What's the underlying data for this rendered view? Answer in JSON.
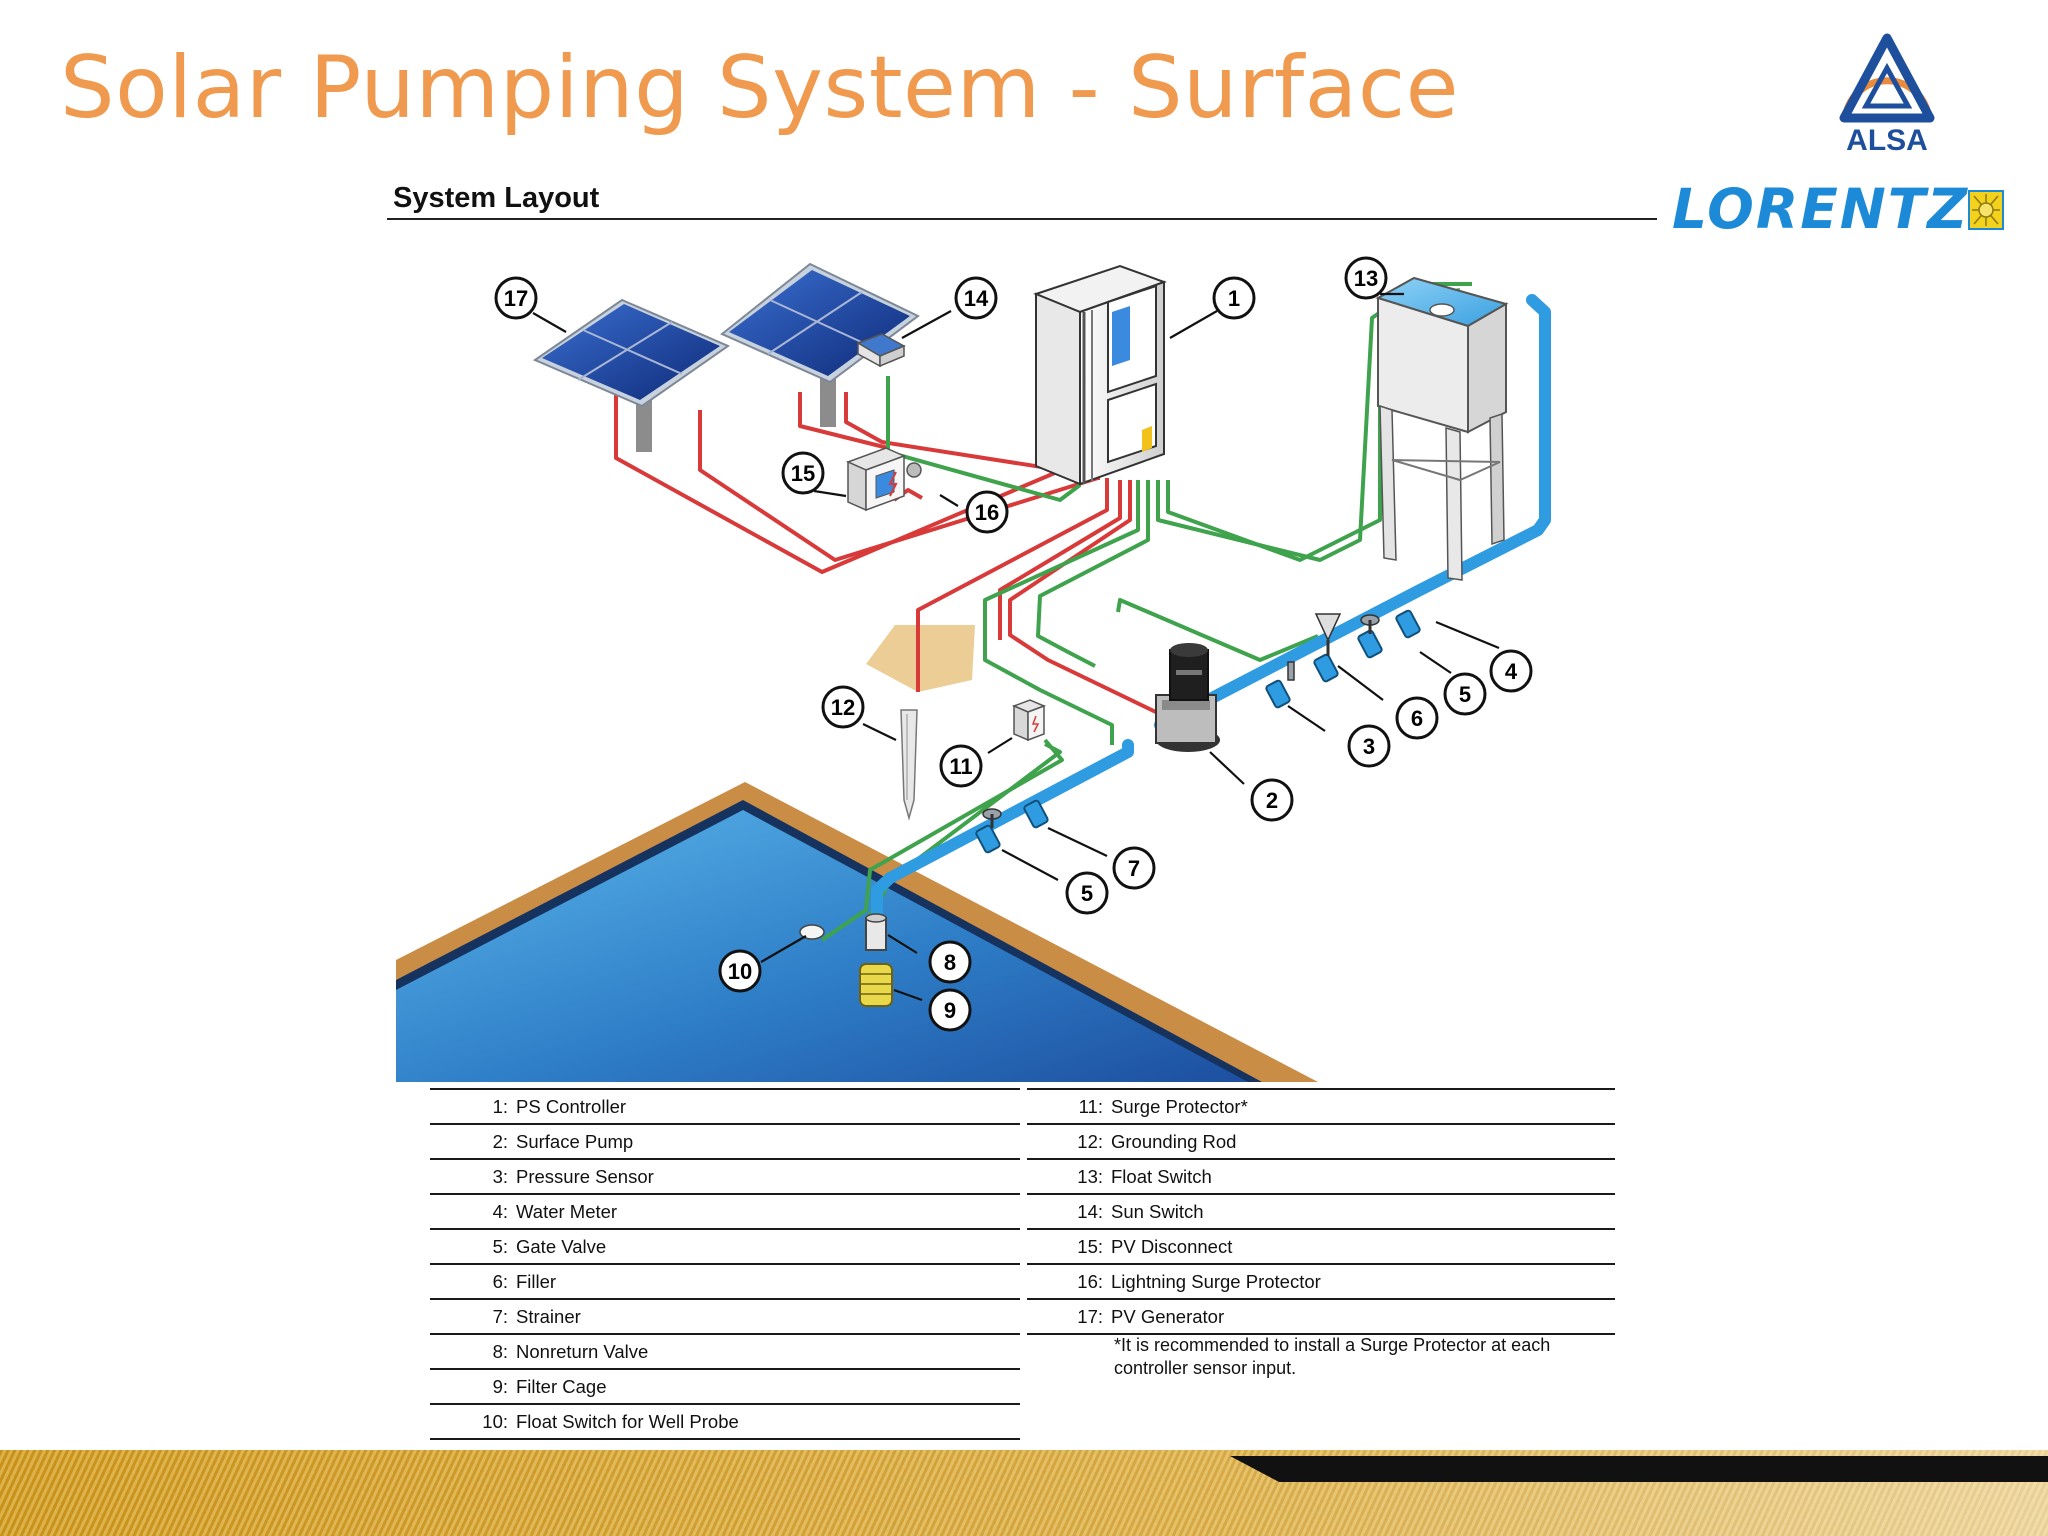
{
  "title": "Solar Pumping System - Surface",
  "logos": {
    "alsa": "ALSA",
    "lorentz": "LORENTZ"
  },
  "section_heading": "System Layout",
  "callouts": [
    "1",
    "2",
    "3",
    "4",
    "5",
    "5",
    "6",
    "7",
    "8",
    "9",
    "10",
    "11",
    "12",
    "13",
    "14",
    "15",
    "16",
    "17"
  ],
  "legend_left": [
    {
      "num": "1:",
      "label": "PS Controller"
    },
    {
      "num": "2:",
      "label": "Surface Pump"
    },
    {
      "num": "3:",
      "label": "Pressure Sensor"
    },
    {
      "num": "4:",
      "label": "Water Meter"
    },
    {
      "num": "5:",
      "label": "Gate Valve"
    },
    {
      "num": "6:",
      "label": "Filler"
    },
    {
      "num": "7:",
      "label": "Strainer"
    },
    {
      "num": "8:",
      "label": "Nonreturn Valve"
    },
    {
      "num": "9:",
      "label": "Filter Cage"
    },
    {
      "num": "10:",
      "label": "Float Switch for Well Probe"
    }
  ],
  "legend_right": [
    {
      "num": "11:",
      "label": "Surge Protector*"
    },
    {
      "num": "12:",
      "label": "Grounding Rod"
    },
    {
      "num": "13:",
      "label": "Float Switch"
    },
    {
      "num": "14:",
      "label": "Sun Switch"
    },
    {
      "num": "15:",
      "label": "PV Disconnect"
    },
    {
      "num": "16:",
      "label": "Lightning Surge Protector"
    },
    {
      "num": "17:",
      "label": "PV Generator"
    }
  ],
  "note": "*It is recommended to install a Surge Protector at each controller sensor input.",
  "colors": {
    "title": "#ef9a4e",
    "lorentz_blue": "#1c8ad6",
    "water_pipe": "#2f9be0",
    "power_cable": "#d83a3a",
    "signal_cable": "#3fa34d",
    "pool_water": "#2f7fc8",
    "pool_rim": "#c98d45"
  }
}
